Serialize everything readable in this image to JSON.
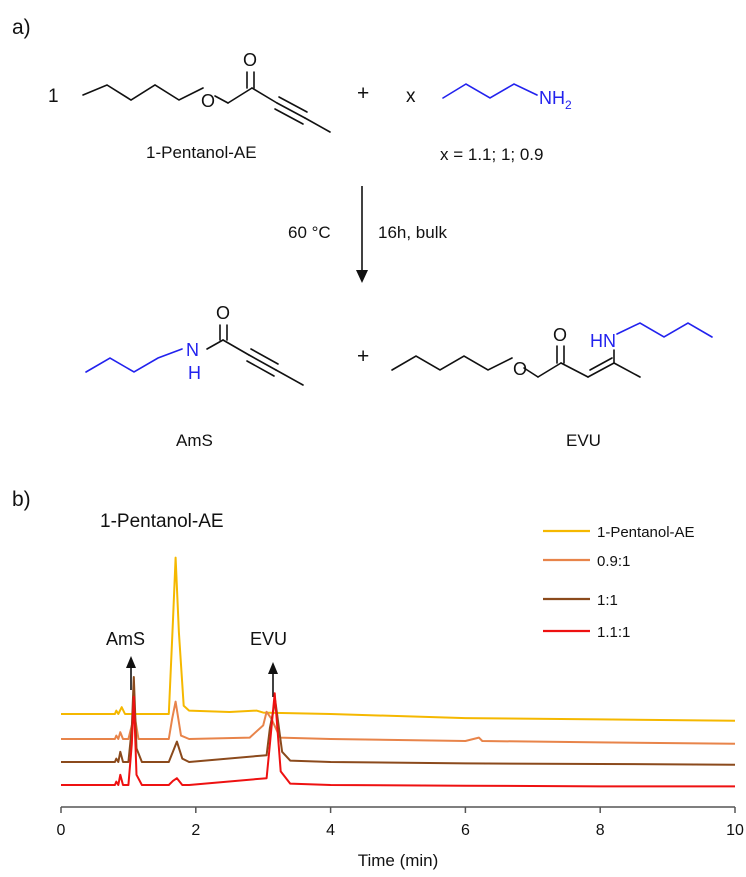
{
  "panel_a": {
    "label": "a)",
    "coef_left": "1",
    "coef_right": "x",
    "plus_top": "+",
    "plus_bottom": "+",
    "reactant_name": "1-Pentanol-AE",
    "x_values": "x = 1.1; 1; 0.9",
    "condition_left": "60 °C",
    "condition_right": "16h, bulk",
    "amine_group": "NH",
    "amine_sub": "2",
    "atom_O": "O",
    "atom_N_H": "H",
    "atom_HN": "HN",
    "product1_name": "AmS",
    "product2_name": "EVU",
    "amine_color": "#2222ee"
  },
  "panel_b": {
    "label": "b)",
    "peak_label_main": "1-Pentanol-AE",
    "peak_label_ams": "AmS",
    "peak_label_evu": "EVU"
  },
  "chart_data": {
    "type": "line",
    "xlabel": "Time (min)",
    "xlim": [
      0,
      10
    ],
    "xticks": [
      0,
      2,
      4,
      6,
      8,
      10
    ],
    "grid": false,
    "legend_position": "top-right",
    "series": [
      {
        "name": "1-Pentanol-AE",
        "color": "#f5b800",
        "x": [
          0,
          0.8,
          0.82,
          0.85,
          0.9,
          0.95,
          1.6,
          1.66,
          1.7,
          1.75,
          1.82,
          1.9,
          2.5,
          2.9,
          3.0,
          4.0,
          6.0,
          8.0,
          10.0
        ],
        "y": [
          0.0,
          0.0,
          0.05,
          0.0,
          0.1,
          0.0,
          0.0,
          1.35,
          2.3,
          1.2,
          0.12,
          0.05,
          0.03,
          0.05,
          0.02,
          0.0,
          -0.06,
          -0.08,
          -0.1
        ]
      },
      {
        "name": "0.9:1",
        "color": "#e8844a",
        "x": [
          0,
          0.8,
          0.82,
          0.85,
          0.88,
          0.92,
          1.0,
          1.05,
          1.1,
          1.15,
          1.2,
          1.6,
          1.65,
          1.7,
          1.78,
          1.9,
          2.8,
          3.0,
          3.05,
          3.12,
          3.25,
          4.0,
          6.0,
          6.2,
          6.25,
          8.0,
          10.0
        ],
        "y": [
          0.0,
          0.0,
          0.05,
          0.0,
          0.1,
          0.0,
          0.0,
          0.2,
          0.3,
          0.0,
          0.0,
          0.0,
          0.3,
          0.55,
          0.05,
          0.0,
          0.02,
          0.2,
          0.4,
          0.3,
          0.02,
          0.0,
          -0.03,
          0.02,
          -0.03,
          -0.05,
          -0.07
        ]
      },
      {
        "name": "1:1",
        "color": "#8b4a1c",
        "x": [
          0,
          0.8,
          0.82,
          0.85,
          0.88,
          0.92,
          1.0,
          1.05,
          1.08,
          1.12,
          1.2,
          1.6,
          1.66,
          1.72,
          1.8,
          1.9,
          3.05,
          3.1,
          3.18,
          3.28,
          3.4,
          4.0,
          6.0,
          8.0,
          10.0
        ],
        "y": [
          0.0,
          0.0,
          0.05,
          0.0,
          0.15,
          0.0,
          0.0,
          0.5,
          1.25,
          0.2,
          0.0,
          0.0,
          0.15,
          0.3,
          0.05,
          0.0,
          0.1,
          0.5,
          0.9,
          0.15,
          0.02,
          0.0,
          -0.02,
          -0.03,
          -0.04
        ]
      },
      {
        "name": "1.1:1",
        "color": "#ee1111",
        "x": [
          0,
          0.8,
          0.82,
          0.85,
          0.88,
          0.92,
          1.0,
          1.05,
          1.08,
          1.12,
          1.2,
          1.6,
          1.66,
          1.72,
          1.8,
          1.9,
          3.05,
          3.1,
          3.17,
          3.26,
          3.4,
          4.0,
          6.0,
          8.0,
          10.0
        ],
        "y": [
          0.0,
          0.0,
          0.05,
          0.0,
          0.15,
          0.0,
          0.0,
          0.6,
          1.3,
          0.15,
          0.0,
          0.0,
          0.06,
          0.1,
          0.0,
          0.0,
          0.1,
          0.6,
          1.35,
          0.2,
          0.02,
          0.0,
          -0.01,
          -0.02,
          -0.02
        ]
      }
    ]
  }
}
